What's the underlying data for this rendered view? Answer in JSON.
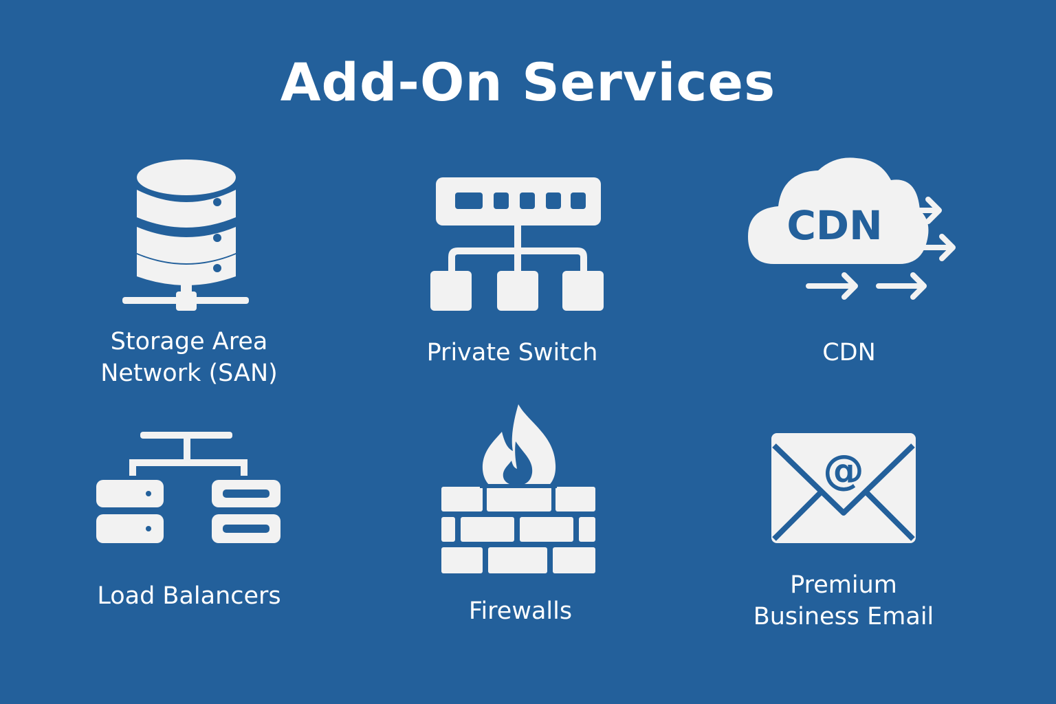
{
  "page": {
    "title": "Add-On Services"
  },
  "colors": {
    "background": "#23609b",
    "foreground": "#ffffff",
    "icon_fill": "#f2f2f2"
  },
  "services": {
    "san": {
      "icon": "database-server-icon",
      "label_line1": "Storage Area",
      "label_line2": "Network (SAN)"
    },
    "private_switch": {
      "icon": "network-switch-icon",
      "label": "Private Switch"
    },
    "cdn": {
      "icon": "cloud-cdn-icon",
      "icon_text": "CDN",
      "label": "CDN"
    },
    "load_balancers": {
      "icon": "load-balancer-icon",
      "label": "Load Balancers"
    },
    "firewalls": {
      "icon": "firewall-icon",
      "label": "Firewalls"
    },
    "email": {
      "icon": "email-envelope-icon",
      "icon_text": "@",
      "label_line1": "Premium",
      "label_line2": "Business Email"
    }
  }
}
